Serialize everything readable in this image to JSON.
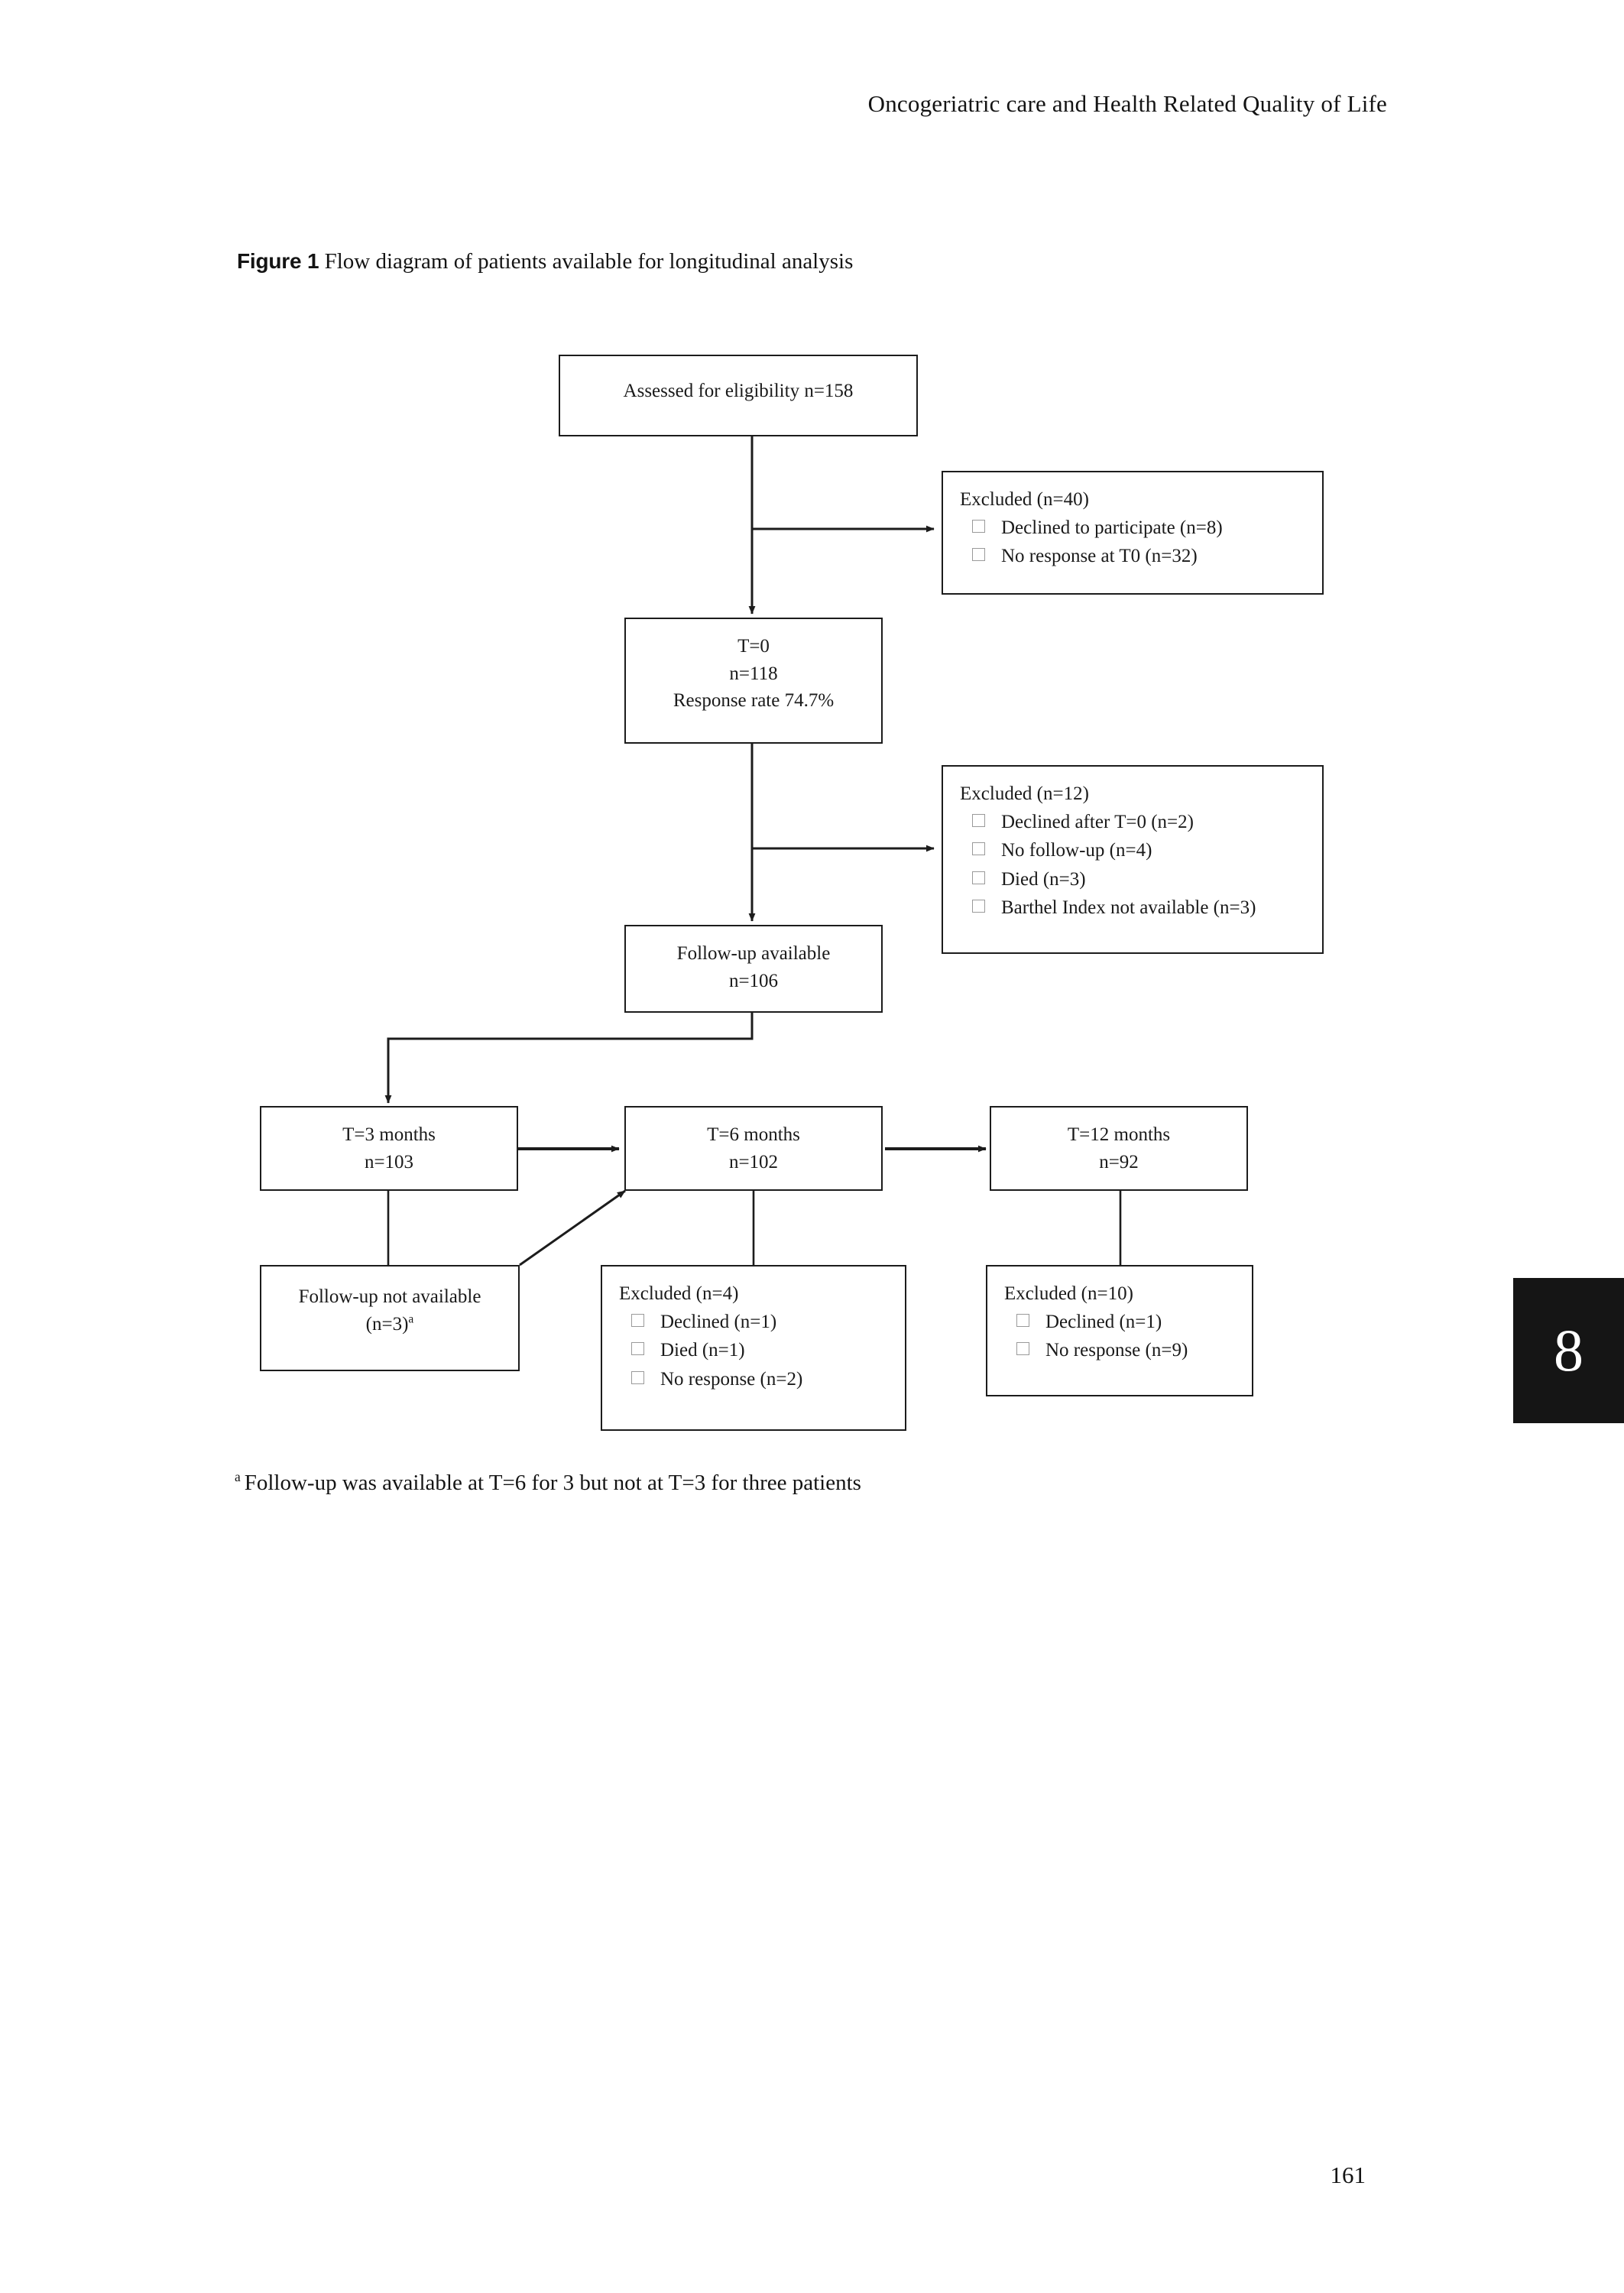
{
  "header": {
    "running_title": "Oncogeriatric care and Health Related Quality of Life"
  },
  "figure": {
    "label": "Figure 1",
    "caption": "Flow diagram of patients available for longitudinal analysis",
    "footnote_marker": "a",
    "footnote_text": "Follow-up was available at T=6 for 3 but not at T=3 for three patients"
  },
  "chapter_tab": {
    "number": "8"
  },
  "page_number": "161",
  "chart_data": {
    "type": "diagram",
    "title": "Flow diagram of patients available for longitudinal analysis",
    "nodes": [
      {
        "id": "assessed",
        "kind": "center",
        "lines": [
          "Assessed for eligibility n=158"
        ]
      },
      {
        "id": "excluded-40",
        "kind": "list",
        "title": "Excluded  (n=40)",
        "items": [
          "Declined to participate (n=8)",
          "No response at T0 (n=32)"
        ]
      },
      {
        "id": "t0",
        "kind": "center",
        "lines": [
          "T=0",
          "n=118",
          "Response rate 74.7%"
        ]
      },
      {
        "id": "excluded-12",
        "kind": "list",
        "title": "Excluded  (n=12)",
        "items": [
          "Declined after T=0 (n=2)",
          "No follow-up (n=4)",
          "Died (n=3)",
          "Barthel Index not available (n=3)"
        ]
      },
      {
        "id": "followup-available",
        "kind": "center",
        "lines": [
          "Follow-up available",
          "n=106"
        ]
      },
      {
        "id": "t3",
        "kind": "center",
        "lines": [
          "T=3 months",
          "n=103"
        ]
      },
      {
        "id": "t6",
        "kind": "center",
        "lines": [
          "T=6 months",
          "n=102"
        ]
      },
      {
        "id": "t12",
        "kind": "center",
        "lines": [
          "T=12 months",
          "n=92"
        ]
      },
      {
        "id": "followup-not-available",
        "kind": "center",
        "lines": [
          "Follow-up not available",
          "(n=3)a"
        ]
      },
      {
        "id": "excluded-4",
        "kind": "list",
        "title": "Excluded (n=4)",
        "items": [
          "Declined (n=1)",
          "Died (n=1)",
          "No response (n=2)"
        ]
      },
      {
        "id": "excluded-10",
        "kind": "list",
        "title": "Excluded (n=10)",
        "items": [
          "Declined (n=1)",
          "No response (n=9)"
        ]
      }
    ],
    "edges": [
      {
        "from": "assessed",
        "to": "t0",
        "style": "arrow-down"
      },
      {
        "from": "assessed",
        "to": "excluded-40",
        "style": "arrow-right"
      },
      {
        "from": "t0",
        "to": "followup-available",
        "style": "arrow-down"
      },
      {
        "from": "t0",
        "to": "excluded-12",
        "style": "arrow-right"
      },
      {
        "from": "followup-available",
        "to": "t3",
        "style": "elbow-arrow-down-left"
      },
      {
        "from": "t3",
        "to": "t6",
        "style": "arrow-right"
      },
      {
        "from": "t6",
        "to": "t12",
        "style": "arrow-right"
      },
      {
        "from": "t3",
        "to": "followup-not-available",
        "style": "line-down"
      },
      {
        "from": "followup-not-available",
        "to": "t6",
        "style": "diagonal-arrow-up-right"
      },
      {
        "from": "t6",
        "to": "excluded-4",
        "style": "line-down"
      },
      {
        "from": "t12",
        "to": "excluded-10",
        "style": "line-down"
      }
    ]
  },
  "boxes": {
    "assessed": {
      "lines": [
        "Assessed for eligibility n=158"
      ]
    },
    "t0": {
      "lines": [
        "T=0",
        "n=118",
        "Response rate 74.7%"
      ]
    },
    "followup_available": {
      "lines": [
        "Follow-up available",
        "n=106"
      ]
    },
    "t3": {
      "lines": [
        "T=3 months",
        "n=103"
      ]
    },
    "t6": {
      "lines": [
        "T=6 months",
        "n=102"
      ]
    },
    "t12": {
      "lines": [
        "T=12 months",
        "n=92"
      ]
    },
    "followup_not_available": {
      "line1": "Follow-up not available",
      "line2_pre": "(n=3)",
      "line2_sup": "a"
    },
    "excluded_40": {
      "title": "Excluded  (n=40)",
      "items": [
        "Declined to participate (n=8)",
        "No response at T0 (n=32)"
      ]
    },
    "excluded_12": {
      "title": "Excluded  (n=12)",
      "items": [
        "Declined after T=0 (n=2)",
        "No follow-up (n=4)",
        "Died (n=3)",
        "Barthel Index not available (n=3)"
      ]
    },
    "excluded_4": {
      "title": "Excluded (n=4)",
      "items": [
        "Declined (n=1)",
        "Died (n=1)",
        "No response (n=2)"
      ]
    },
    "excluded_10": {
      "title": "Excluded (n=10)",
      "items": [
        "Declined (n=1)",
        "No response (n=9)"
      ]
    }
  }
}
